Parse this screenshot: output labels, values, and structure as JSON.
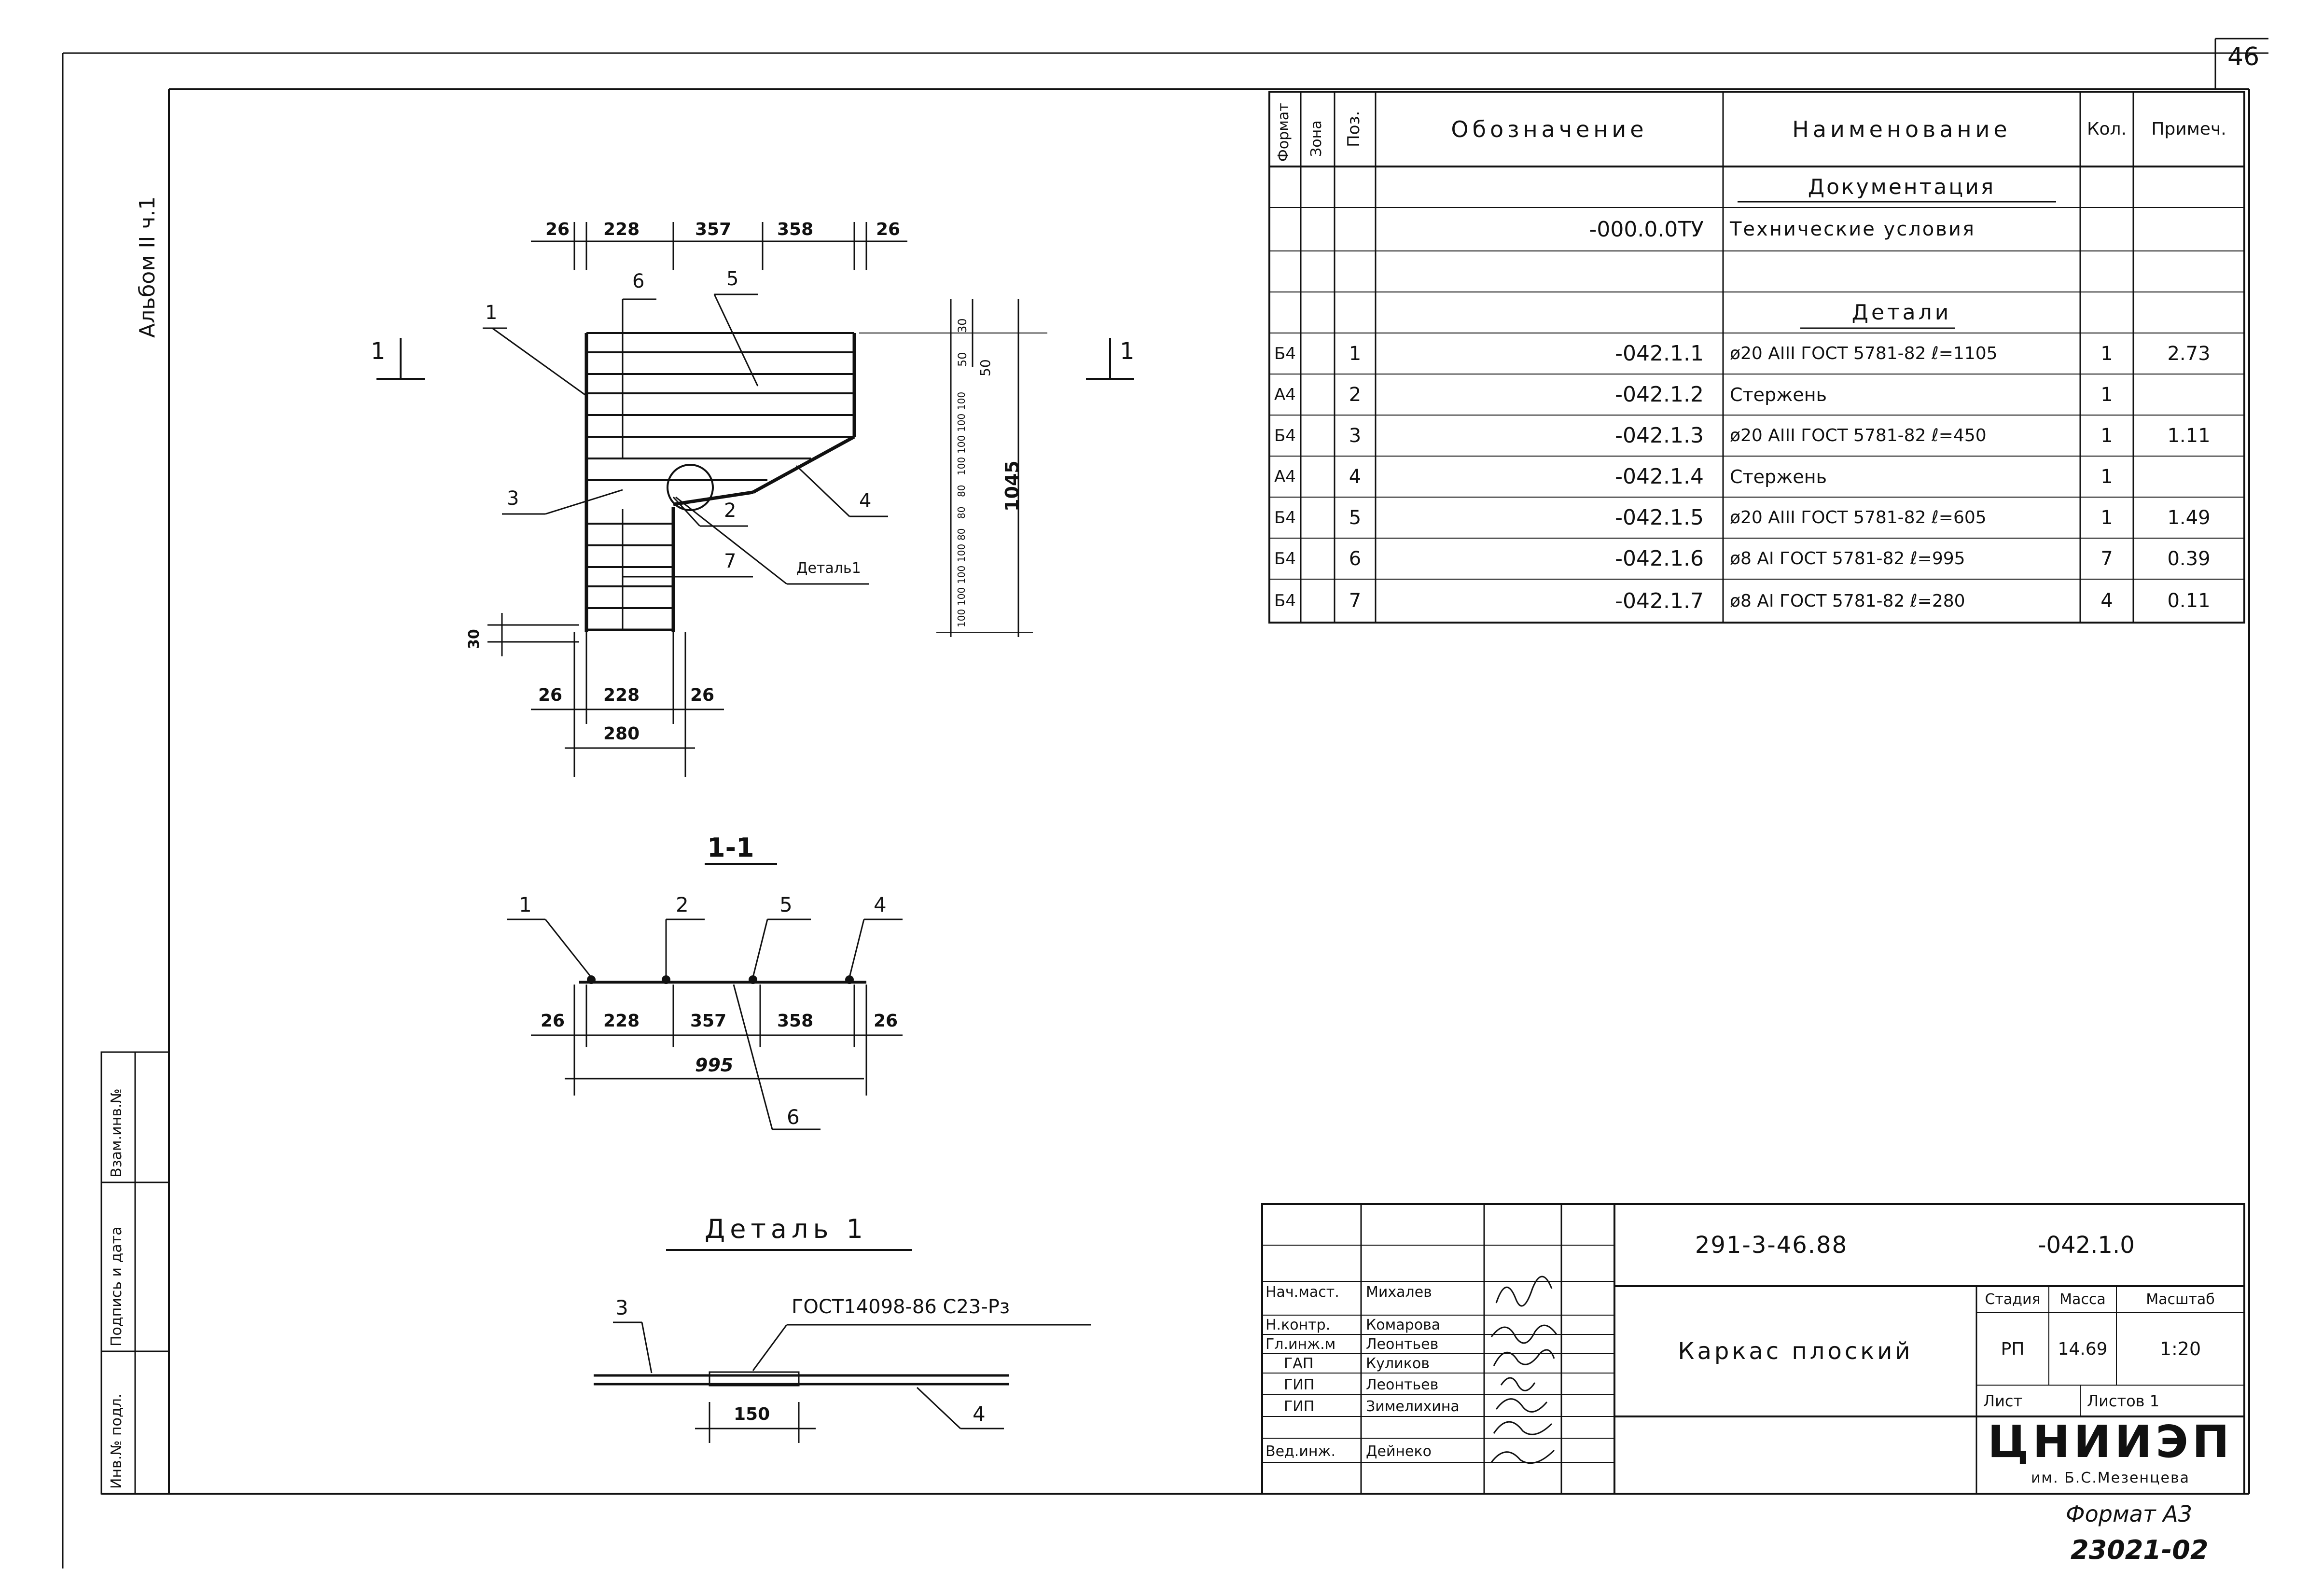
{
  "sheet": {
    "page_number": "46",
    "album_label": "Альбом II ч.1",
    "format_label": "Формат А3",
    "archive_number": "23021-02"
  },
  "margin_stamp": {
    "inv_label": "Инв.№ подл.",
    "sign_label": "Подпись и дата",
    "replace_label": "Взам.инв.№"
  },
  "spec_table": {
    "headers": [
      "Формат",
      "Зона",
      "Поз.",
      "Обозначение",
      "Наименование",
      "Кол.",
      "Примеч."
    ],
    "section_docs": "Документация",
    "doc_row": {
      "designation": "-000.0.0ТУ",
      "name": "Технические условия"
    },
    "section_details": "Детали",
    "rows": [
      {
        "format": "Б4",
        "pos": "1",
        "designation": "-042.1.1",
        "name": "ø20 AIII ГОСТ 5781-82 ℓ=1105",
        "qty": "1",
        "note": "2.73"
      },
      {
        "format": "А4",
        "pos": "2",
        "designation": "-042.1.2",
        "name": "Стержень",
        "qty": "1",
        "note": ""
      },
      {
        "format": "Б4",
        "pos": "3",
        "designation": "-042.1.3",
        "name": "ø20 AIII ГОСТ 5781-82 ℓ=450",
        "qty": "1",
        "note": "1.11"
      },
      {
        "format": "А4",
        "pos": "4",
        "designation": "-042.1.4",
        "name": "Стержень",
        "qty": "1",
        "note": ""
      },
      {
        "format": "Б4",
        "pos": "5",
        "designation": "-042.1.5",
        "name": "ø20 AIII ГОСТ 5781-82 ℓ=605",
        "qty": "1",
        "note": "1.49"
      },
      {
        "format": "Б4",
        "pos": "6",
        "designation": "-042.1.6",
        "name": "ø8 AI ГОСТ 5781-82 ℓ=995",
        "qty": "7",
        "note": "0.39"
      },
      {
        "format": "Б4",
        "pos": "7",
        "designation": "-042.1.7",
        "name": "ø8 AI ГОСТ 5781-82 ℓ=280",
        "qty": "4",
        "note": "0.11"
      }
    ]
  },
  "title_block": {
    "doc_code": "291-3-46.88",
    "designation": "-042.1.0",
    "title": "Каркас плоский",
    "stage_label": "Стадия",
    "mass_label": "Масса",
    "scale_label": "Масштаб",
    "stage": "РП",
    "mass": "14.69",
    "scale": "1:20",
    "sheet_label": "Лист",
    "sheets_label": "Листов 1",
    "org_name": "ЦНИИЭП",
    "org_sub": "им. Б.С.Мезенцева",
    "people": [
      {
        "role": "Нач.маст.",
        "name": "Михалев"
      },
      {
        "role": "Н.контр.",
        "name": "Комарова"
      },
      {
        "role": "Гл.инж.м",
        "name": "Леонтьев"
      },
      {
        "role": "ГАП",
        "name": "Куликов"
      },
      {
        "role": "ГИП",
        "name": "Леонтьев"
      },
      {
        "role": "ГИП",
        "name": "Зимелихина"
      },
      {
        "role": "Вед.инж.",
        "name": "Дейнеко"
      }
    ]
  },
  "drawing": {
    "main_view": {
      "cut_mark": "1",
      "top_dims": [
        "26",
        "228",
        "357",
        "358",
        "26"
      ],
      "bottom_dims": [
        "26",
        "228",
        "26"
      ],
      "bottom_total": "280",
      "right_total": "1045",
      "right_top_dims": [
        "30",
        "50"
      ],
      "right_dim_50": "50",
      "right_spacing": [
        "100",
        "100",
        "100",
        "100",
        "80",
        "80",
        "80",
        "100",
        "100",
        "100",
        "100",
        "100",
        "100",
        "100",
        "100"
      ],
      "left_small": "30",
      "callouts": [
        "1",
        "6",
        "5",
        "3",
        "2",
        "4",
        "7"
      ],
      "detail_label": "Деталь1"
    },
    "section_view": {
      "title": "1-1",
      "callouts": [
        "1",
        "2",
        "5",
        "4",
        "6"
      ],
      "dims": [
        "26",
        "228",
        "357",
        "358",
        "26"
      ],
      "total": "995"
    },
    "detail_view": {
      "title": "Деталь 1",
      "weld_note": "ГОСТ14098-86 С23-Рз",
      "callouts": [
        "3",
        "4"
      ],
      "length": "150"
    }
  }
}
